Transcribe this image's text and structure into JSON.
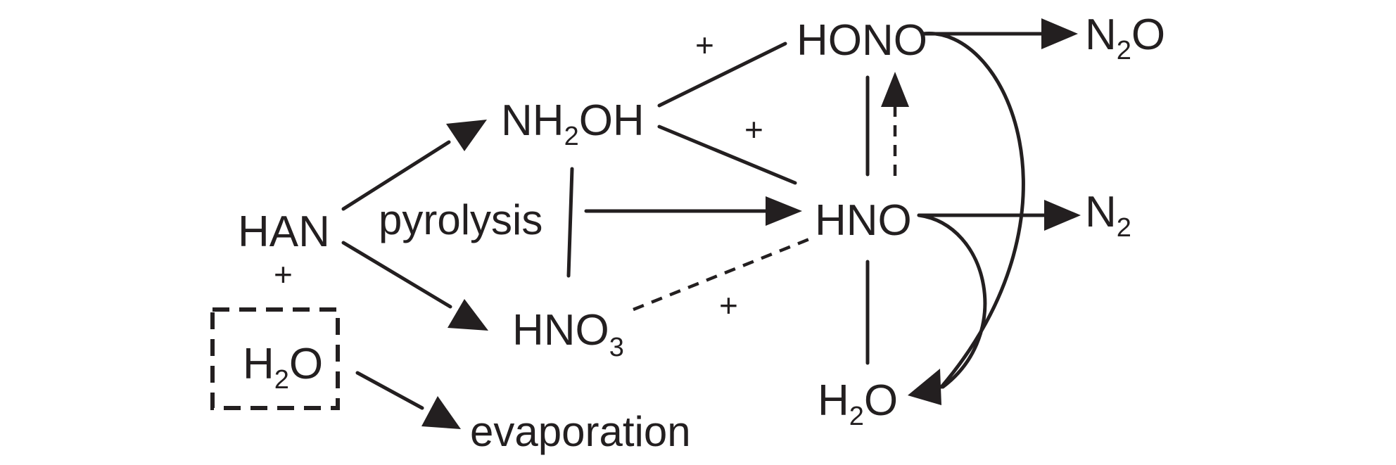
{
  "species": {
    "han": "HAN",
    "water_left": {
      "base": "H",
      "sub": "2",
      "tail": "O"
    },
    "nh2oh": {
      "base": "NH",
      "sub": "2",
      "tail": "OH"
    },
    "hno3": {
      "base": "HNO",
      "sub": "3"
    },
    "hono": "HONO",
    "hno": "HNO",
    "water_right": {
      "base": "H",
      "sub": "2",
      "tail": "O"
    },
    "n2o": {
      "base": "N",
      "sub": "2",
      "tail": "O"
    },
    "n2": {
      "base": "N",
      "sub": "2"
    }
  },
  "processes": {
    "pyrolysis": "pyrolysis",
    "evaporation": "evaporation"
  },
  "operators": {
    "plus": "+"
  }
}
